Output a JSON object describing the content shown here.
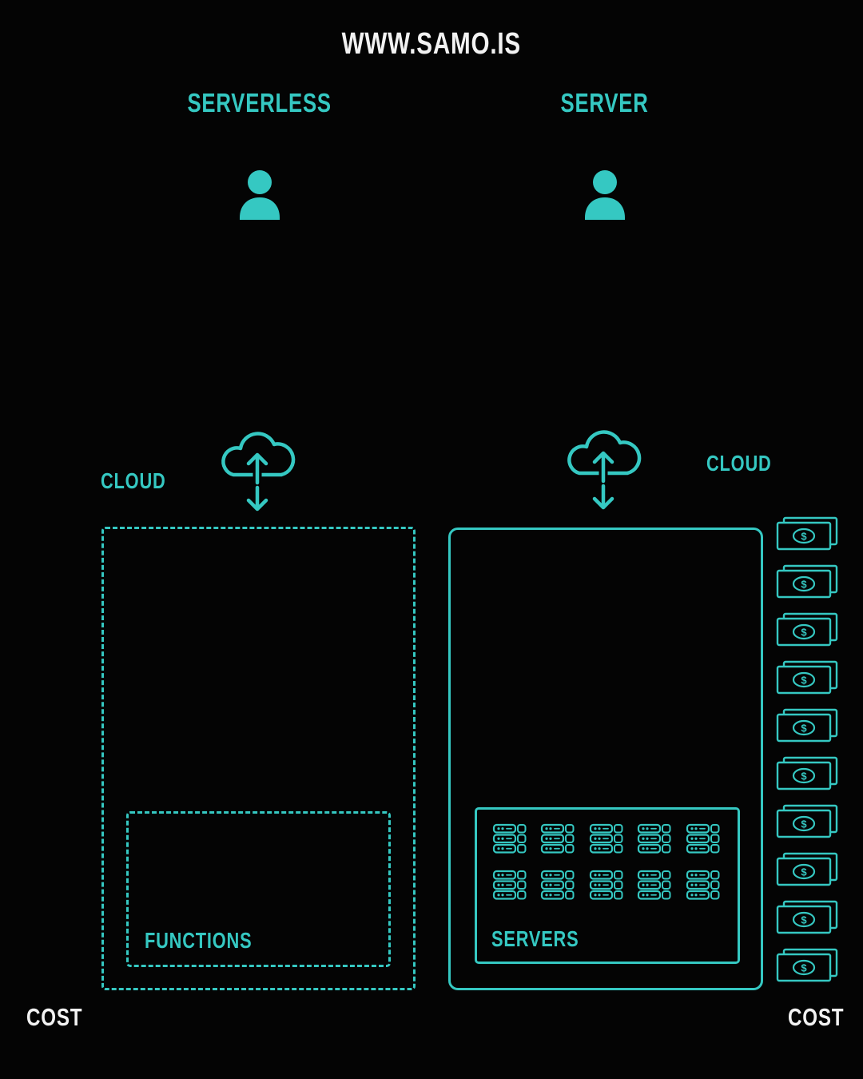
{
  "colors": {
    "accent": "#35C8C2",
    "text": "#F2F2F2",
    "background": "#040404"
  },
  "title": "WWW.SAMO.IS",
  "left": {
    "heading": "SERVERLESS",
    "cloud_label": "CLOUD",
    "inner_box_label": "FUNCTIONS",
    "cost_label": "COST"
  },
  "right": {
    "heading": "SERVER",
    "cloud_label": "CLOUD",
    "inner_box_label": "SERVERS",
    "cost_label": "COST"
  },
  "money": {
    "symbol": "$",
    "count": 10
  },
  "servers": {
    "rows": 2,
    "cols": 5,
    "count": 10
  },
  "icons": {
    "person": "person-icon",
    "cloud": "cloud-sync-icon",
    "server": "server-rack-icon",
    "money": "money-bill-icon"
  }
}
